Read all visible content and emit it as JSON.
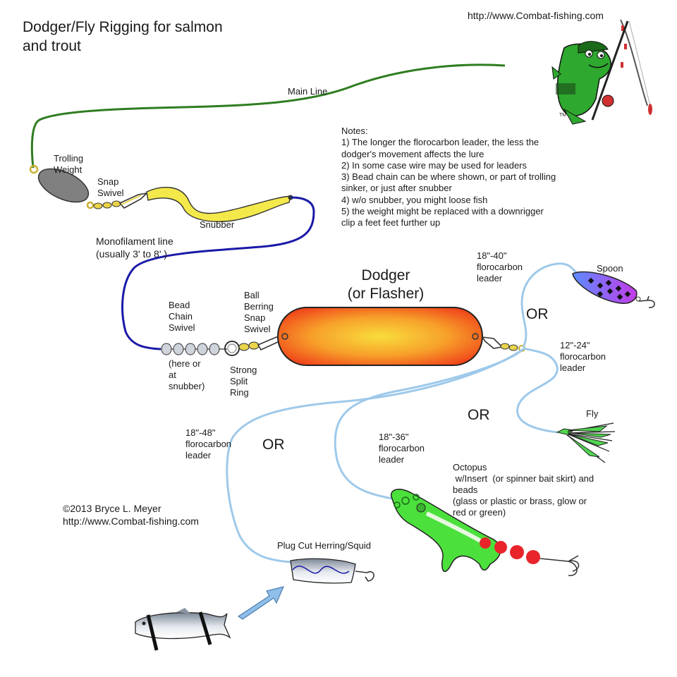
{
  "title": "Dodger/Fly Rigging for salmon\nand trout",
  "source_url": "http://www.Combat-fishing.com",
  "logo_tm": "TM",
  "labels": {
    "main_line": "Main Line",
    "trolling_weight": "Trolling\nWeight",
    "snap_swivel": "Snap\nSwivel",
    "snubber": "Snubber",
    "monofilament": "Monofilament line\n(usually 3' to 8' )",
    "bead_chain": "Bead\nChain\nSwivel",
    "here_or_at_snubber": "(here or\nat\nsnubber)",
    "ball_bearing": "Ball\nBerring\nSnap\nSwivel",
    "split_ring": "Strong\nSplit\nRing",
    "dodger": "Dodger\n(or Flasher)",
    "leader_spoon": "18\"-40\"\nflorocarbon\nleader",
    "spoon": "Spoon",
    "leader_fly": "12\"-24\"\nflorocarbon\nleader",
    "fly": "Fly",
    "leader_octopus": "18\"-36\"\nflorocarbon\nleader",
    "octopus": "Octopus\n w/Insert  (or spinner bait skirt) and\nbeads\n(glass or plastic or brass, glow or\nred or green)",
    "leader_herring": "18\"-48\"\nflorocarbon\nleader",
    "herring": "Plug Cut Herring/Squid"
  },
  "or_label": "OR",
  "notes": {
    "heading": "Notes:",
    "lines": [
      "1) The longer the florocarbon leader, the less the",
      "dodger's movement affects the lure",
      "2) In some case wire may be used for leaders",
      "3) Bead chain can be where shown, or part of trolling",
      "sinker, or just after snubber",
      "4) w/o snubber, you might loose fish",
      "5) the weight might be replaced with a downrigger",
      "clip a feet feet further up"
    ]
  },
  "copyright": "©2013 Bryce L. Meyer",
  "copyright_url": "http://www.Combat-fishing.com",
  "colors": {
    "main_line": "#2e7d1f",
    "mono_line": "#1a1aa8",
    "leader": "#9ec9ea",
    "snubber": "#f4e94b",
    "dodger_center": "#f5d23a",
    "dodger_edge": "#f2521c",
    "fly": "#4fd64f",
    "octopus": "#4ce03c",
    "bead_red": "#e8242a",
    "spoon_purple": "#b43ce8",
    "spoon_blue": "#5b8bff",
    "arrow": "#8fbfe8"
  }
}
